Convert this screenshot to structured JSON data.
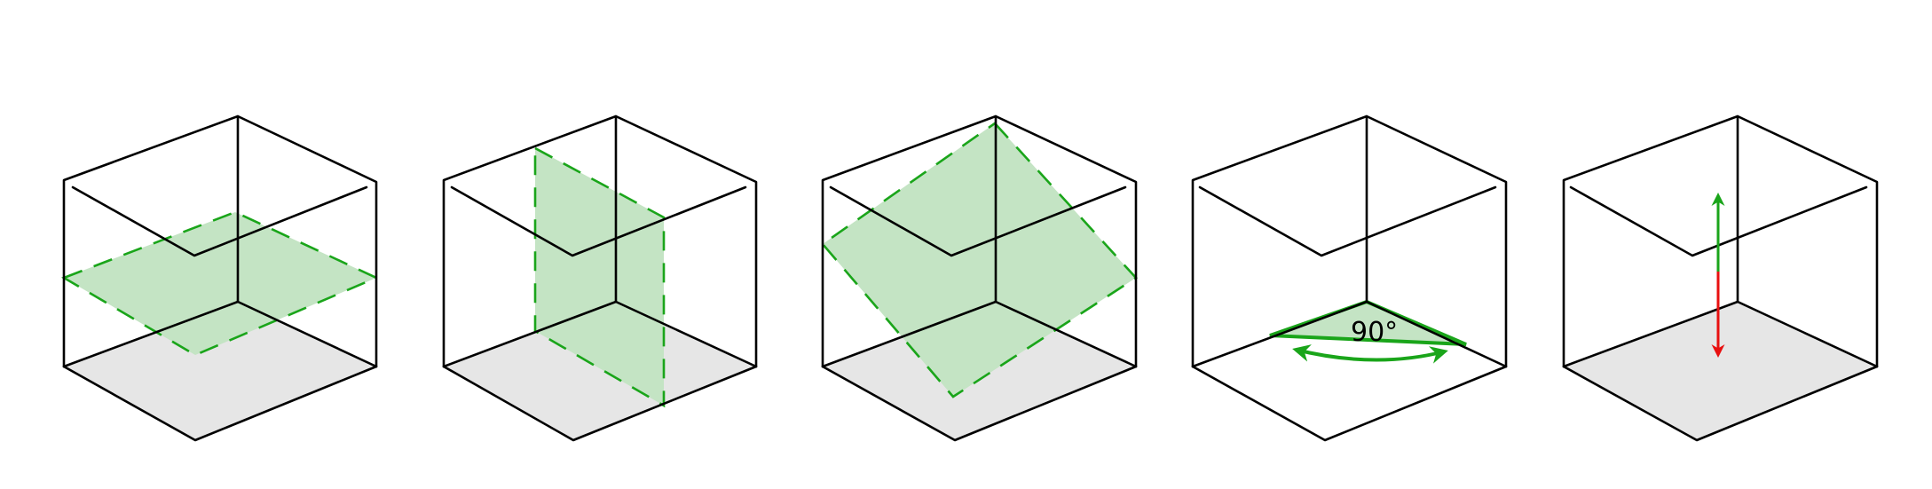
{
  "figure": {
    "panels": [
      {
        "id": "horizontal-plane",
        "shows": "plane",
        "plane_color": "#c4e4c4",
        "outline_color": "#1aa51a"
      },
      {
        "id": "vertical-plane",
        "shows": "plane",
        "plane_color": "#c4e4c4",
        "outline_color": "#1aa51a"
      },
      {
        "id": "tilted-plane",
        "shows": "plane",
        "plane_color": "#c4e4c4",
        "outline_color": "#1aa51a"
      },
      {
        "id": "right-angle",
        "shows": "angle",
        "angle_label": "90°",
        "color": "#1aa51a"
      },
      {
        "id": "up-down-arrows",
        "shows": "arrows",
        "up_color": "#1aa51a",
        "down_color": "#e81010"
      }
    ],
    "colors": {
      "edges": "#000000",
      "floor": "#e6e6e6"
    }
  }
}
